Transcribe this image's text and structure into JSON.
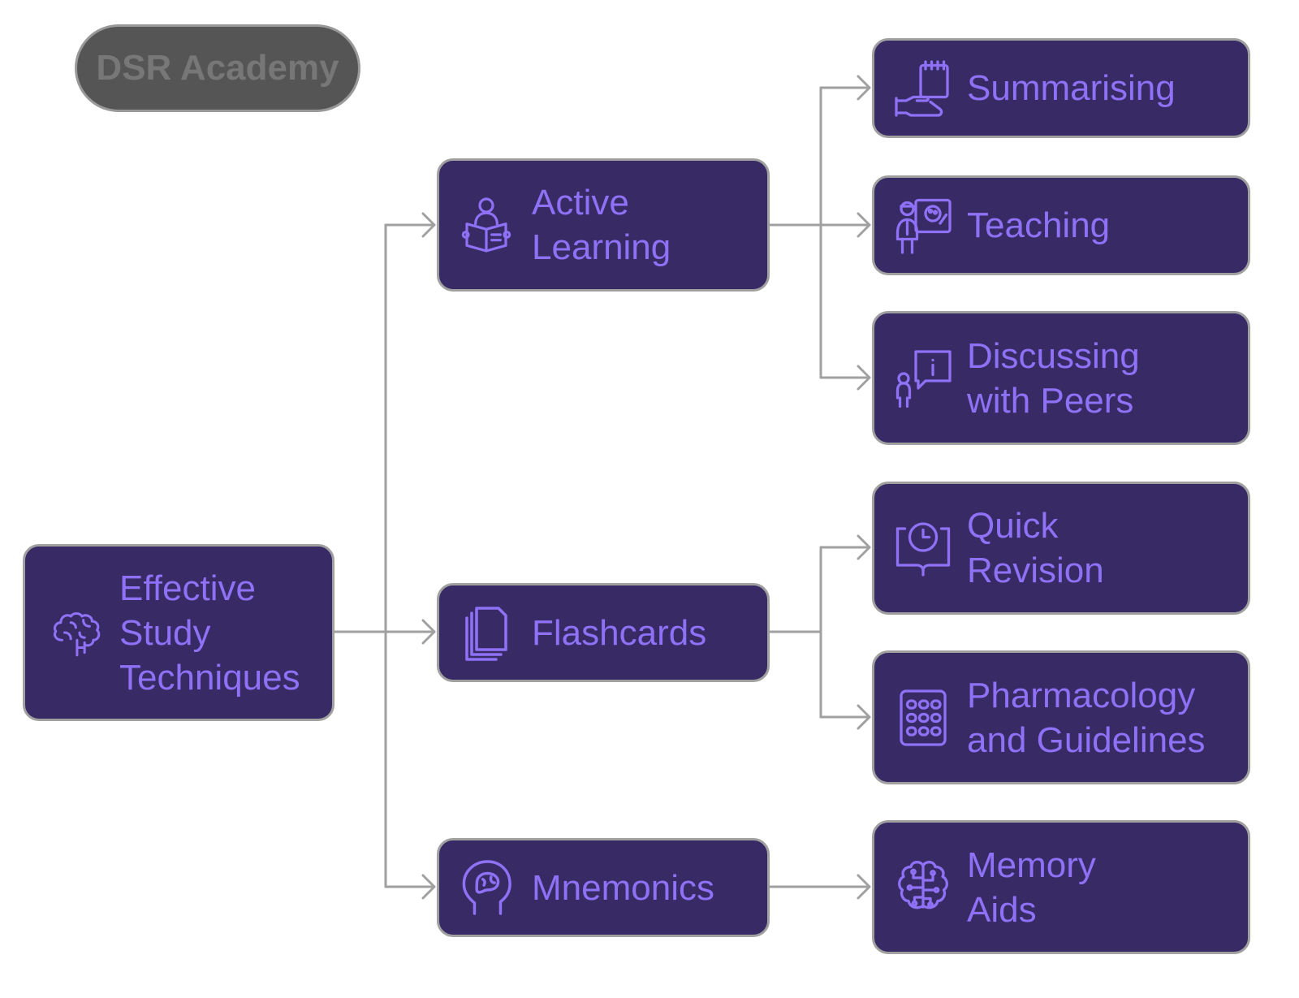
{
  "brand": {
    "label": "DSR Academy"
  },
  "colors": {
    "node_fill": "#372A65",
    "node_border": "#A0A0A0",
    "text": "#8E71F5",
    "connector": "#A0A0A0",
    "badge_fill": "#555555",
    "badge_text": "#777777"
  },
  "root": {
    "lines": [
      "Effective",
      "Study",
      "Techniques"
    ],
    "icon": "brain-icon"
  },
  "branches": [
    {
      "lines": [
        "Active",
        "Learning"
      ],
      "icon": "reading-person-icon",
      "children": [
        {
          "lines": [
            "Summarising"
          ],
          "icon": "hand-notepad-icon"
        },
        {
          "lines": [
            "Teaching"
          ],
          "icon": "teacher-board-icon"
        },
        {
          "lines": [
            "Discussing",
            "with Peers"
          ],
          "icon": "person-info-bubble-icon"
        }
      ]
    },
    {
      "lines": [
        "Flashcards"
      ],
      "icon": "card-stack-icon",
      "children": [
        {
          "lines": [
            "Quick",
            "Revision"
          ],
          "icon": "book-clock-icon"
        },
        {
          "lines": [
            "Pharmacology",
            "and Guidelines"
          ],
          "icon": "pill-pack-icon"
        }
      ]
    },
    {
      "lines": [
        "Mnemonics"
      ],
      "icon": "head-brain-icon",
      "children": [
        {
          "lines": [
            "Memory",
            "Aids"
          ],
          "icon": "brain-circuit-icon"
        }
      ]
    }
  ]
}
